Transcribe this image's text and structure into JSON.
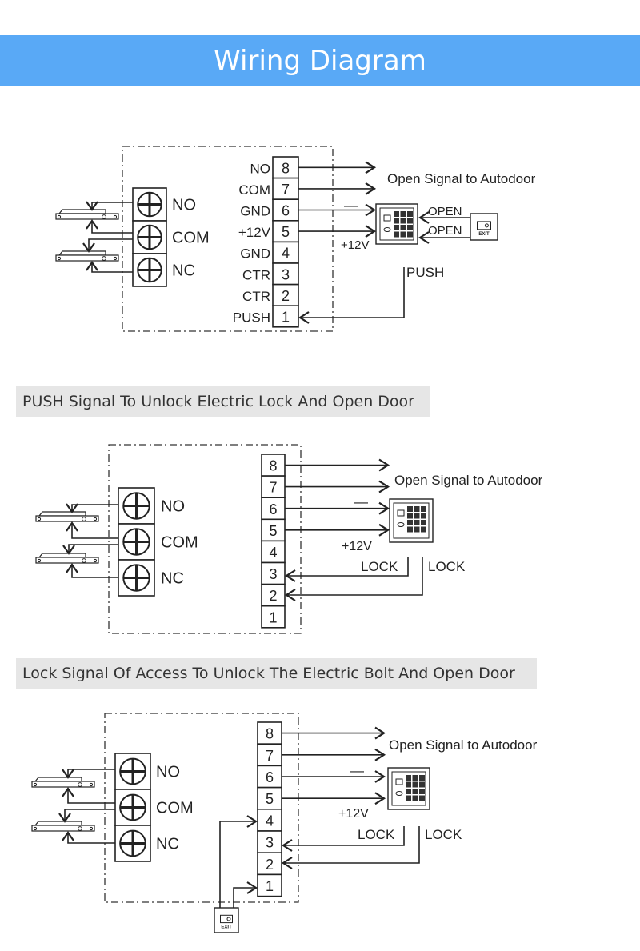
{
  "title": "Wiring Diagram",
  "captions": {
    "push_signal": "PUSH Signal To Unlock Electric Lock And Open Door",
    "lock_signal": "Lock Signal Of Access To Unlock The Electric Bolt And Open Door"
  },
  "diagram1": {
    "relay_terminals": [
      "NO",
      "COM",
      "NC"
    ],
    "strip_numbers": [
      "8",
      "7",
      "6",
      "5",
      "4",
      "3",
      "2",
      "1"
    ],
    "strip_labels": [
      "NO",
      "COM",
      "GND",
      "+12V",
      "GND",
      "CTR",
      "CTR",
      "PUSH"
    ],
    "autodoor_label": "Open Signal to Autodoor",
    "minus_label": "—",
    "plus12_label": "+12V",
    "open_labels": [
      "OPEN",
      "OPEN"
    ],
    "push_label": "PUSH",
    "exit_label": "EXIT"
  },
  "diagram2": {
    "relay_terminals": [
      "NO",
      "COM",
      "NC"
    ],
    "strip_numbers": [
      "8",
      "7",
      "6",
      "5",
      "4",
      "3",
      "2",
      "1"
    ],
    "autodoor_label": "Open Signal to Autodoor",
    "minus_label": "—",
    "plus12_label": "+12V",
    "lock_labels": [
      "LOCK",
      "LOCK"
    ]
  },
  "diagram3": {
    "relay_terminals": [
      "NO",
      "COM",
      "NC"
    ],
    "strip_numbers": [
      "8",
      "7",
      "6",
      "5",
      "4",
      "3",
      "2",
      "1"
    ],
    "autodoor_label": "Open Signal to Autodoor",
    "minus_label": "—",
    "plus12_label": "+12V",
    "lock_labels": [
      "LOCK",
      "LOCK"
    ],
    "exit_label": "EXIT"
  },
  "colors": {
    "title_bar": "#59a9f6",
    "caption_bg": "#e6e6e6",
    "line": "#222222"
  }
}
